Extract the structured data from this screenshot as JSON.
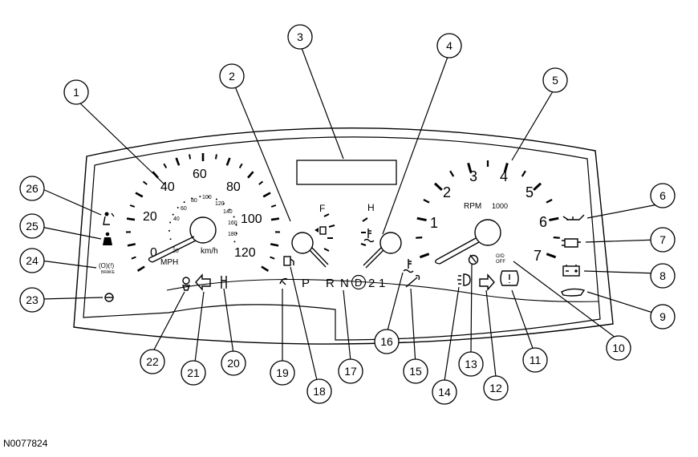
{
  "figure_id": "N0077824",
  "speedometer": {
    "mph_labels": [
      "0",
      "20",
      "40",
      "60",
      "80",
      "100",
      "120"
    ],
    "kmh_labels": [
      "20",
      "40",
      "60",
      "80",
      "100",
      "120",
      "140",
      "160",
      "180"
    ],
    "unit_mph": "MPH",
    "unit_kmh": "km/h"
  },
  "tachometer": {
    "labels": [
      "1",
      "2",
      "3",
      "4",
      "5",
      "6",
      "7"
    ],
    "unit": "RPM",
    "multiplier": "1000"
  },
  "fuel_gauge": {
    "full": "F"
  },
  "temp_gauge": {
    "hot": "H"
  },
  "gear_indicator": {
    "p": "P",
    "r": "R",
    "n": "N",
    "d": "D",
    "g2": "2",
    "g1": "1"
  },
  "od_off": {
    "line1": "O/D",
    "line2": "OFF"
  },
  "brake_label": "BRAKE",
  "callouts": [
    "1",
    "2",
    "3",
    "4",
    "5",
    "6",
    "7",
    "8",
    "9",
    "10",
    "11",
    "12",
    "13",
    "14",
    "15",
    "16",
    "17",
    "18",
    "19",
    "20",
    "21",
    "22",
    "23",
    "24",
    "25",
    "26"
  ]
}
